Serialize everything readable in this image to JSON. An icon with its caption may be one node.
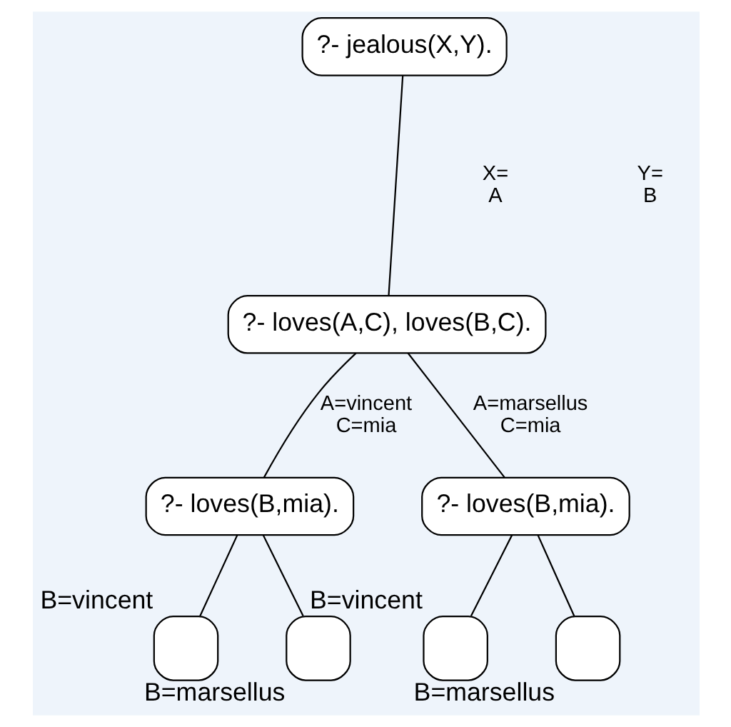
{
  "diagram": {
    "nodes": [
      {
        "text": [
          "?- jealous(X,Y)."
        ]
      },
      {
        "text": [
          "?- loves(A,C), loves(B,C)."
        ]
      },
      {
        "text": [
          "?- loves(B,mia)."
        ]
      },
      {
        "text": [
          "?- loves(B,mia)."
        ]
      },
      {
        "text": [],
        "shape": "box",
        "beside": [
          "B=vincent"
        ]
      },
      {
        "text": [],
        "shape": "box",
        "beside": [
          "B=marsellus"
        ]
      },
      {
        "text": [],
        "shape": "box",
        "beside": [
          "B=vincent"
        ]
      },
      {
        "text": [],
        "shape": "box",
        "beside": [
          "B=marsellus"
        ]
      }
    ],
    "edges": [
      {
        "from": 0,
        "to": 1,
        "arrow": "none"
      },
      {
        "from": 1,
        "to": 2,
        "arrow": "none",
        "label": "A=vincent C=mia"
      },
      {
        "from": 1,
        "to": 3,
        "arrow": "none",
        "label": "A=marsellus C=mia"
      },
      {
        "from": 2,
        "to": 4,
        "arrow": "none"
      },
      {
        "from": 2,
        "to": 5,
        "arrow": "none"
      },
      {
        "from": 3,
        "to": 6,
        "arrow": "none"
      },
      {
        "from": 3,
        "to": 7,
        "arrow": "none"
      }
    ],
    "labels": [
      "X= A",
      "Y= B"
    ]
  }
}
